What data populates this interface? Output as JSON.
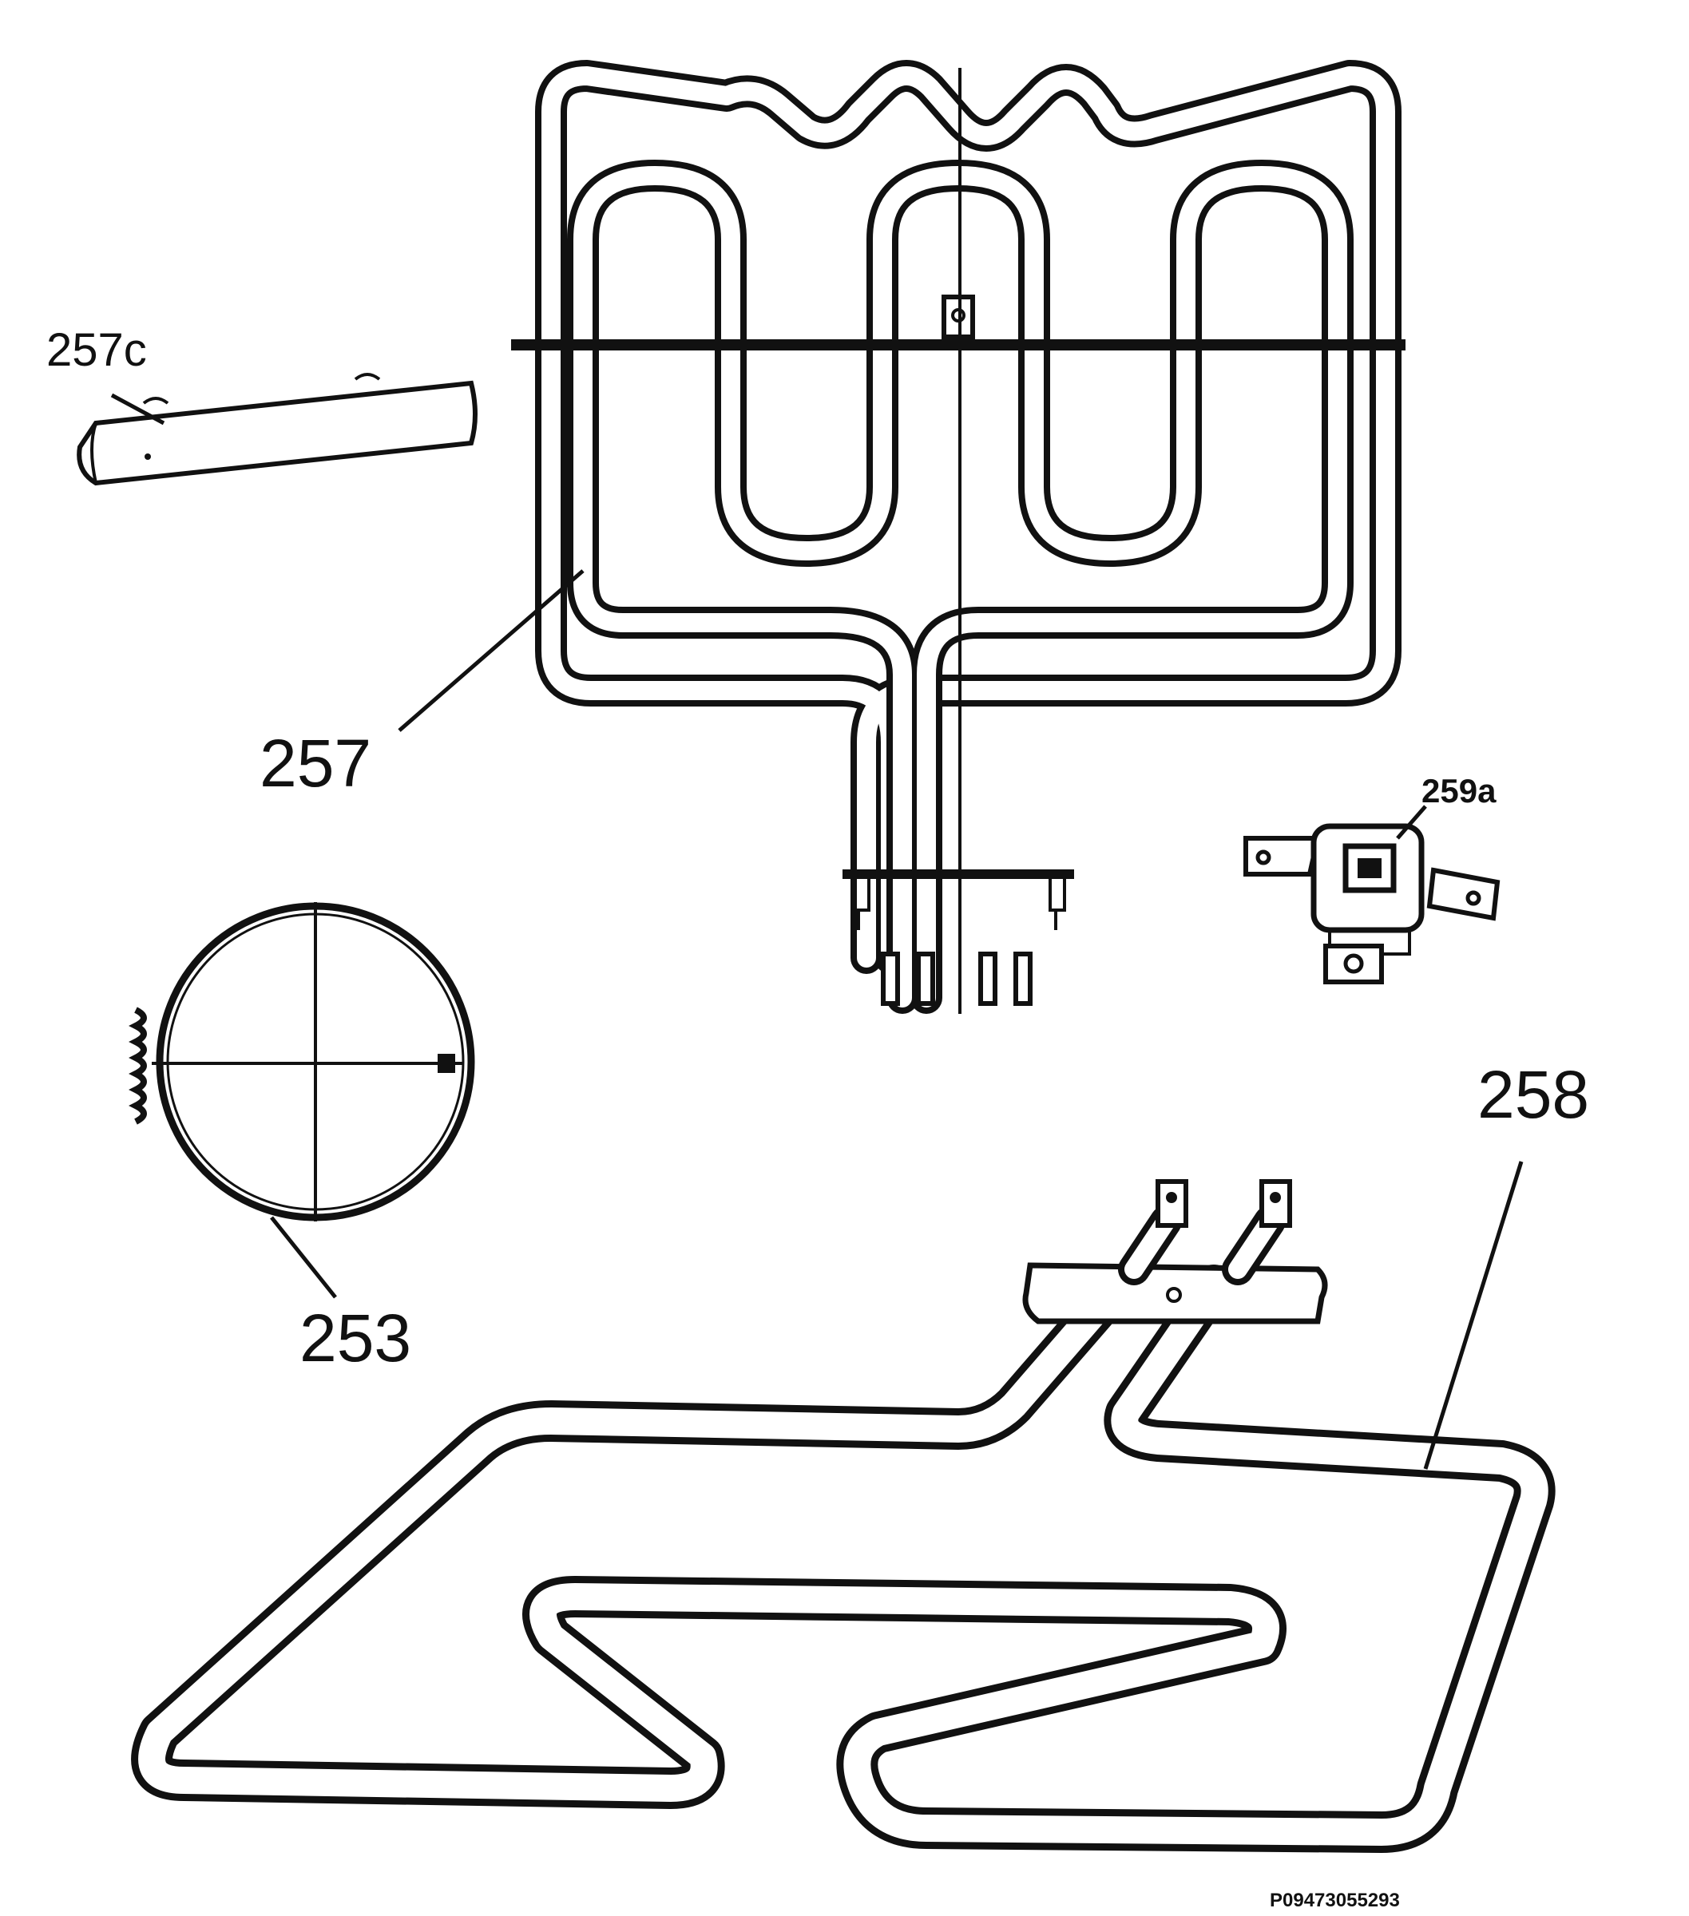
{
  "parts": [
    {
      "id": "257c",
      "label": "257c"
    },
    {
      "id": "257",
      "label": "257"
    },
    {
      "id": "259a",
      "label": "259a"
    },
    {
      "id": "253",
      "label": "253"
    },
    {
      "id": "258",
      "label": "258"
    }
  ],
  "footer": {
    "code": "P09473055293"
  }
}
